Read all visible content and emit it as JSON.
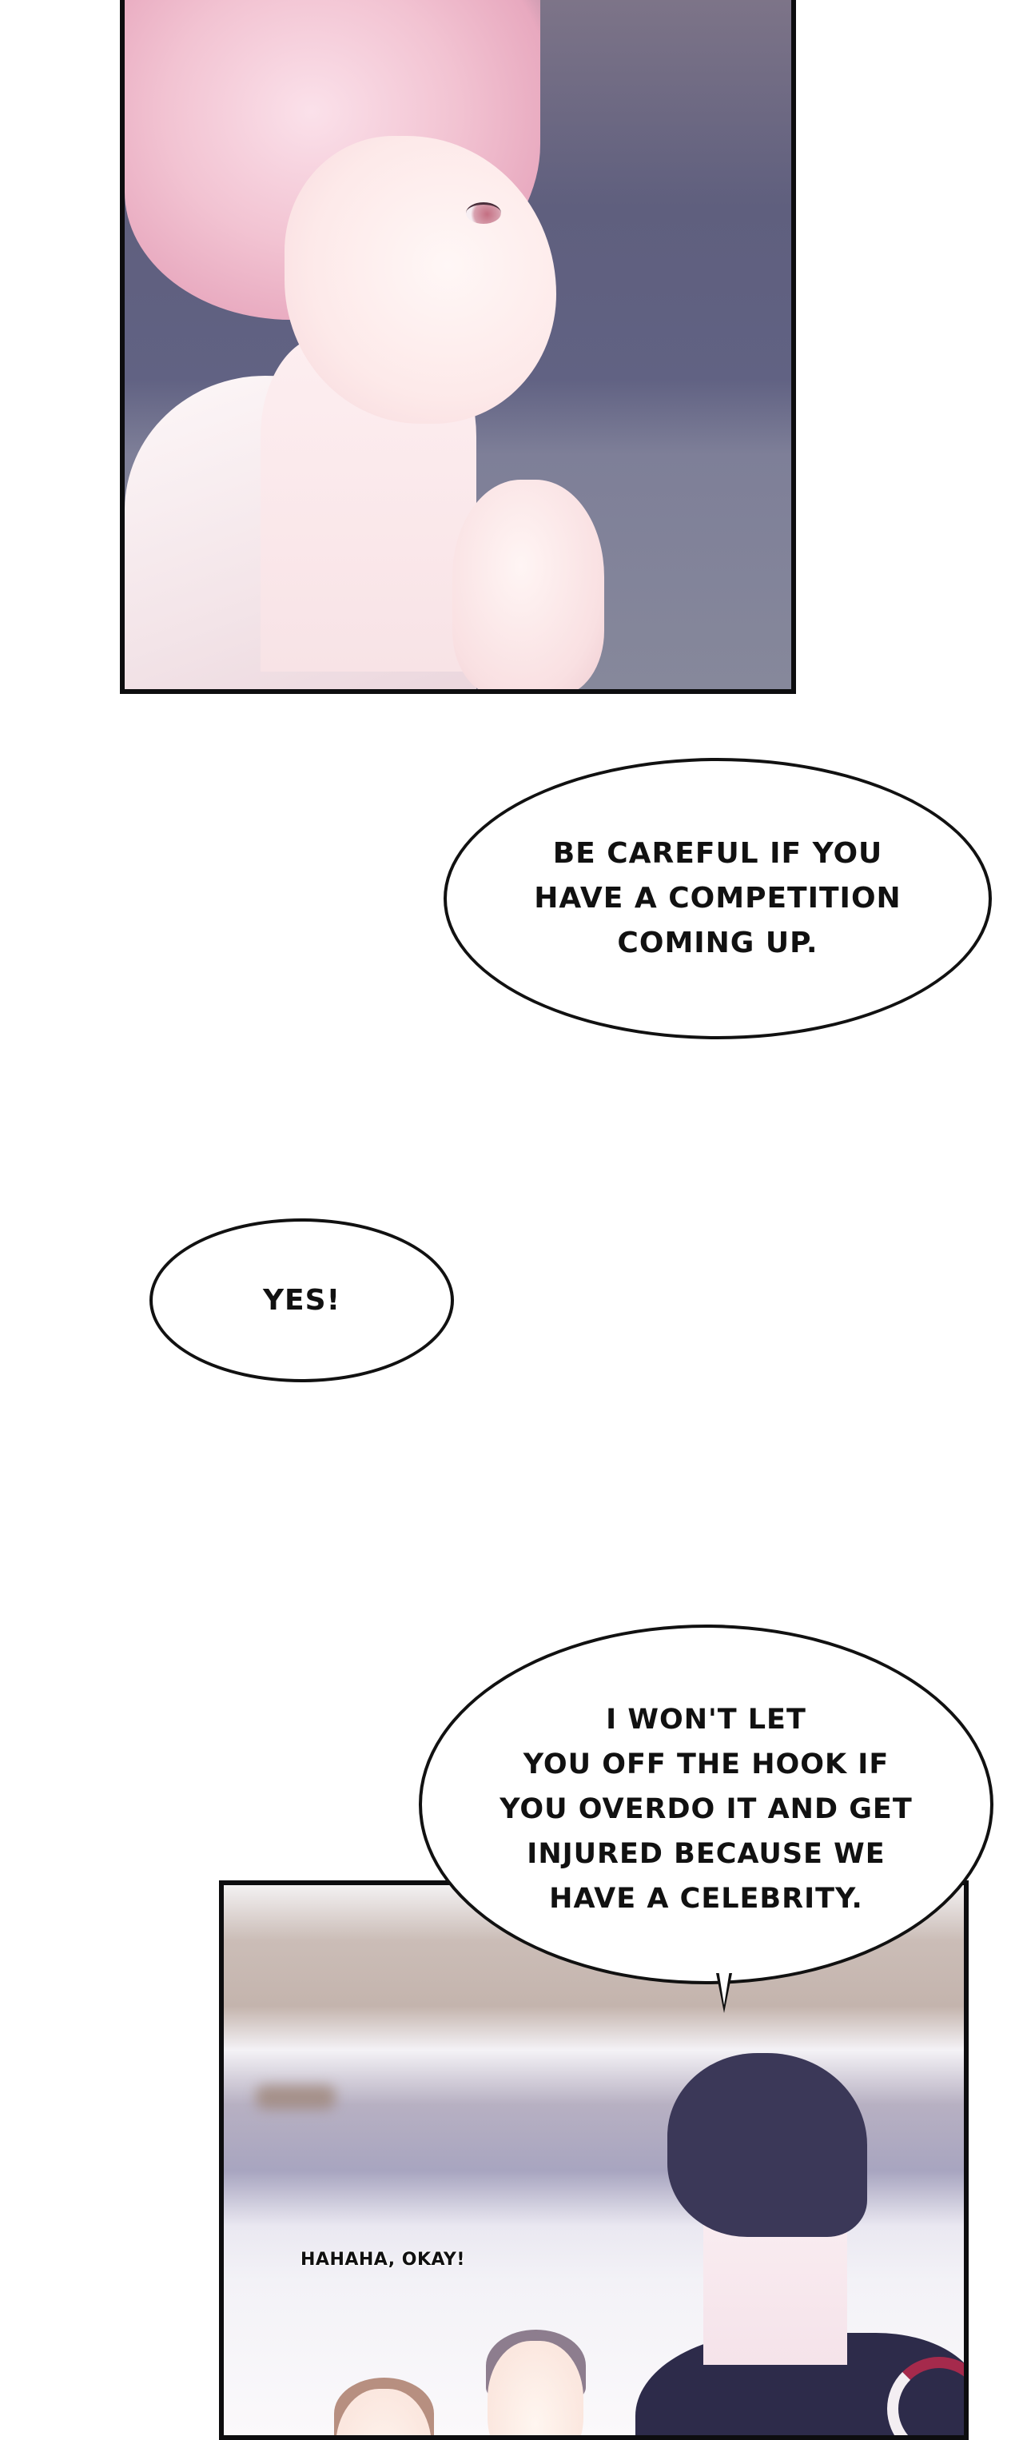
{
  "page": {
    "type": "webtoon-strip",
    "background": "#ffffff"
  },
  "panels": [
    {
      "id": "panel-1",
      "description": "Pink-haired character in a white martial-arts uniform, profile view, hands clasped near chest",
      "colors": {
        "hair": "#f2c3d2",
        "background": "#616283",
        "uniform": "#f3e4e8"
      }
    },
    {
      "id": "panel-2",
      "description": "Dark-haired coach in a navy jacket seen from behind, two smiling students below, blurred gym background",
      "colors": {
        "jacket": "#2d2b4a",
        "hair": "#3b3858",
        "logo_accent": "#a52a4c"
      }
    }
  ],
  "bubbles": [
    {
      "id": "bubble-1",
      "text": "BE CAREFUL IF YOU\nHAVE A COMPETITION\nCOMING UP."
    },
    {
      "id": "bubble-2",
      "text": "YES!"
    },
    {
      "id": "bubble-3",
      "text": "I WON'T LET\nYOU OFF THE HOOK IF\nYOU OVERDO IT AND GET\nINJURED BECAUSE WE\nHAVE A CELEBRITY."
    }
  ],
  "sfx": [
    {
      "id": "sfx-1",
      "text": "HAHAHA, OKAY!"
    }
  ]
}
